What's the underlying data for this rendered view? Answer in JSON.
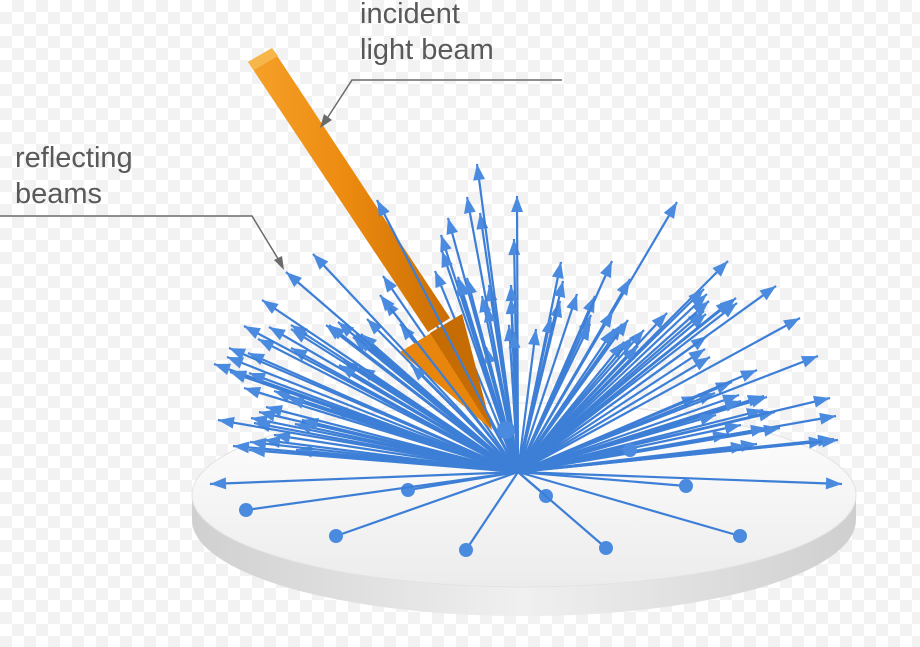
{
  "labels": {
    "incident": {
      "line1": "incident",
      "line2": "light beam"
    },
    "reflecting": {
      "line1": "reflecting",
      "line2": "beams"
    }
  },
  "colors": {
    "reflected_beam": "#3d7fd6",
    "incident_beam": "#f08a10",
    "surface_top": "#f7f7f7",
    "surface_side": "#d9d9d9",
    "leader_line": "#6a6a6a"
  },
  "icons": {
    "reflected": "arrow-icon",
    "surface": "disc-surface"
  }
}
